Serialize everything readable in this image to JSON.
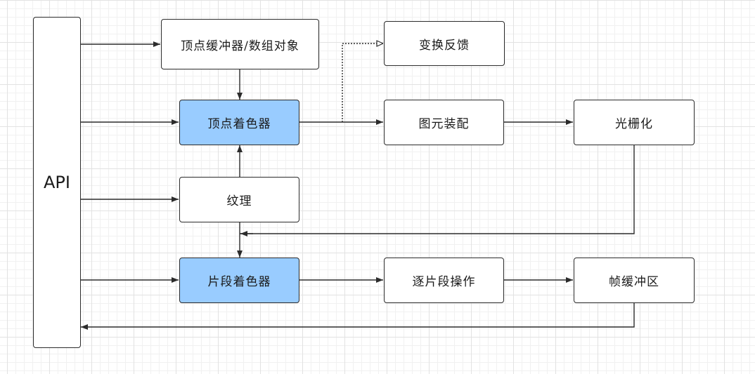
{
  "colors": {
    "highlight": "#99ccff",
    "line": "#2b2b2b",
    "node_fill": "#ffffff"
  },
  "nodes": {
    "api": "API",
    "vertex_buffer": "顶点缓冲器/数组对象",
    "transform_feedback": "变换反馈",
    "vertex_shader": "顶点着色器",
    "primitive_assembly": "图元装配",
    "rasterization": "光栅化",
    "texture": "纹理",
    "fragment_shader": "片段着色器",
    "per_fragment_ops": "逐片段操作",
    "framebuffer": "帧缓冲区"
  },
  "edges": [
    {
      "from": "api",
      "to": "vertex_buffer",
      "style": "solid"
    },
    {
      "from": "api",
      "to": "vertex_shader",
      "style": "solid"
    },
    {
      "from": "api",
      "to": "texture",
      "style": "solid"
    },
    {
      "from": "api",
      "to": "fragment_shader",
      "style": "solid"
    },
    {
      "from": "vertex_buffer",
      "to": "vertex_shader",
      "style": "solid"
    },
    {
      "from": "texture",
      "to": "vertex_shader",
      "style": "solid"
    },
    {
      "from": "vertex_shader",
      "to": "primitive_assembly",
      "style": "solid"
    },
    {
      "from": "vertex_shader",
      "to": "transform_feedback",
      "style": "dotted"
    },
    {
      "from": "primitive_assembly",
      "to": "rasterization",
      "style": "solid"
    },
    {
      "from": "rasterization",
      "to": "fragment_shader",
      "style": "solid"
    },
    {
      "from": "texture",
      "to": "fragment_shader",
      "style": "solid"
    },
    {
      "from": "fragment_shader",
      "to": "per_fragment_ops",
      "style": "solid"
    },
    {
      "from": "per_fragment_ops",
      "to": "framebuffer",
      "style": "solid"
    },
    {
      "from": "framebuffer",
      "to": "api",
      "style": "solid"
    }
  ]
}
